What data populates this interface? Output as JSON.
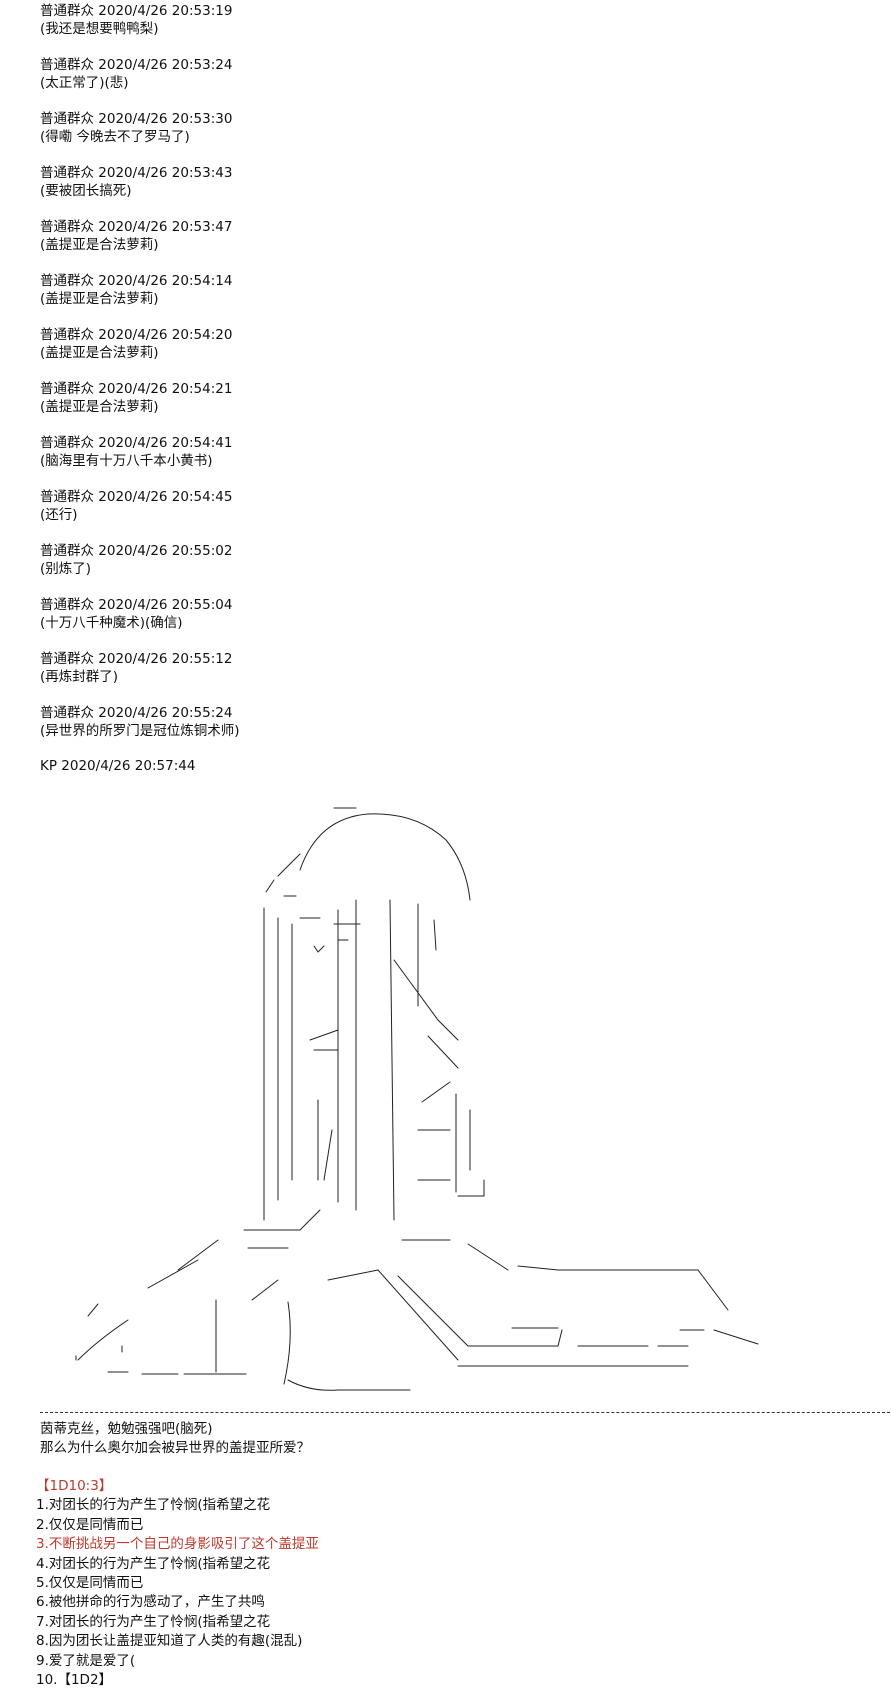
{
  "messages": [
    {
      "meta": "普通群众 2020/4/26 20:53:19",
      "text": "(我还是想要鸭鸭梨)"
    },
    {
      "meta": "普通群众 2020/4/26 20:53:24",
      "text": "(太正常了)(悲)"
    },
    {
      "meta": "普通群众 2020/4/26 20:53:30",
      "text": "(得嘞 今晚去不了罗马了)"
    },
    {
      "meta": "普通群众 2020/4/26 20:53:43",
      "text": "(要被团长搞死)"
    },
    {
      "meta": "普通群众 2020/4/26 20:53:47",
      "text": "(盖提亚是合法萝莉)"
    },
    {
      "meta": "普通群众 2020/4/26 20:54:14",
      "text": "(盖提亚是合法萝莉)"
    },
    {
      "meta": "普通群众 2020/4/26 20:54:20",
      "text": "(盖提亚是合法萝莉)"
    },
    {
      "meta": "普通群众 2020/4/26 20:54:21",
      "text": "(盖提亚是合法萝莉)"
    },
    {
      "meta": "普通群众 2020/4/26 20:54:41",
      "text": "(脑海里有十万八千本小黄书)"
    },
    {
      "meta": "普通群众 2020/4/26 20:54:45",
      "text": "(还行)"
    },
    {
      "meta": "普通群众 2020/4/26 20:55:02",
      "text": "(别炼了)"
    },
    {
      "meta": "普通群众 2020/4/26 20:55:04",
      "text": "(十万八千种魔术)(确信)"
    },
    {
      "meta": "普通群众 2020/4/26 20:55:12",
      "text": "(再炼封群了)"
    },
    {
      "meta": "普通群众 2020/4/26 20:55:24",
      "text": "(异世界的所罗门是冠位炼铜术师)"
    }
  ],
  "kp_header": "KP 2020/4/26 20:57:44",
  "closing": {
    "line1": "茵蒂克丝，勉勉强强吧(脑死)",
    "line2": "那么为什么奥尔加会被异世界的盖提亚所爱？"
  },
  "poll": {
    "header": "【1D10:3】",
    "options": [
      "1.对团长的行为产生了怜悯(指希望之花",
      "2.仅仅是同情而已",
      "3.不断挑战另一个自己的身影吸引了这个盖提亚",
      "4.对团长的行为产生了怜悯(指希望之花",
      "5.仅仅是同情而已",
      "6.被他拼命的行为感动了，产生了共鸣",
      "7.对团长的行为产生了怜悯(指希望之花",
      "8.因为团长让盖提亚知道了人类的有趣(混乱)",
      "9.爱了就是爱了(",
      "10.【1D2】"
    ],
    "highlight_color": "#c0392b"
  }
}
